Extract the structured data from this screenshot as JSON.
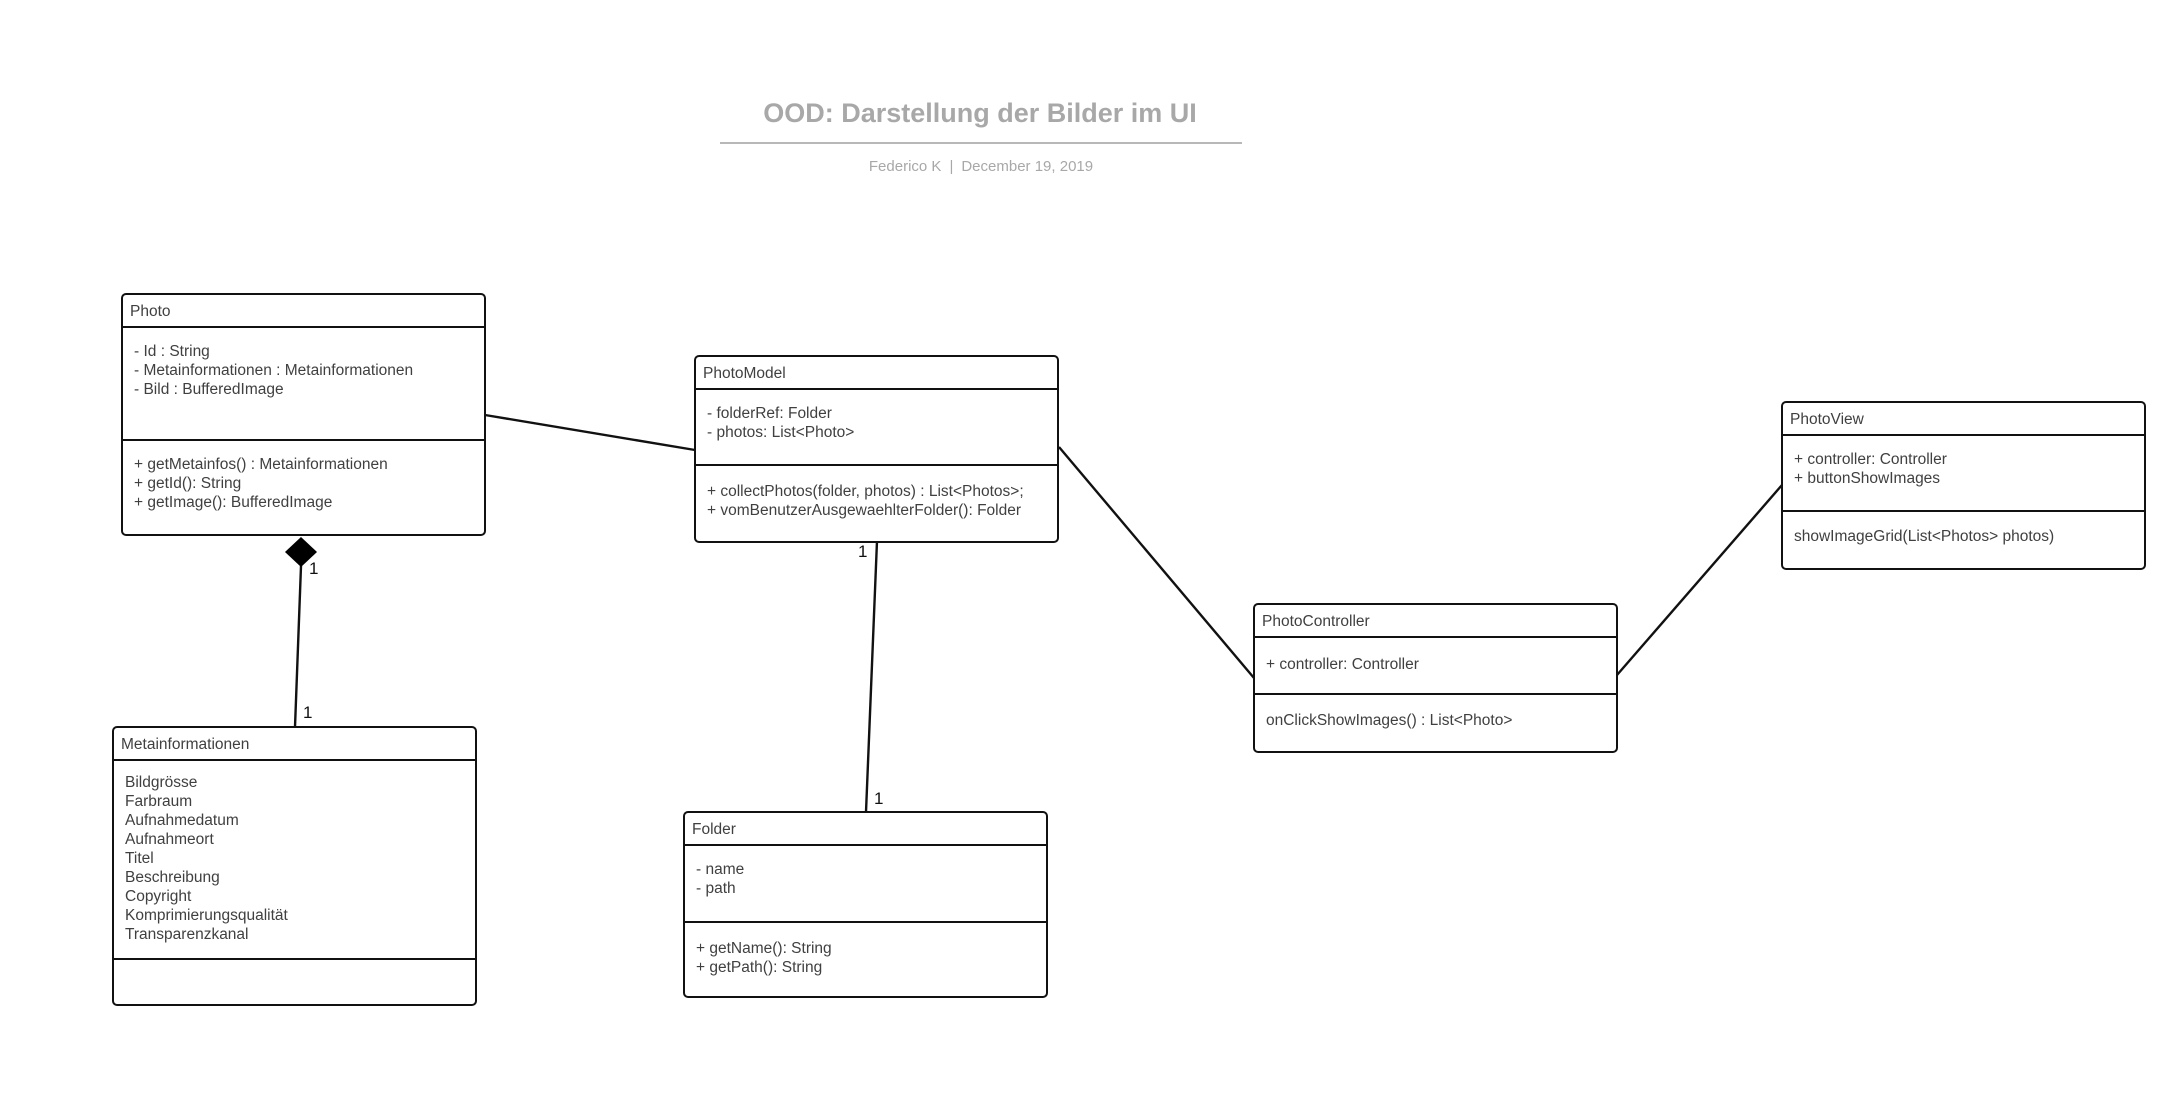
{
  "header": {
    "title": "OOD: Darstellung der Bilder im UI",
    "author": "Federico K",
    "separator": "|",
    "date": "December 19, 2019"
  },
  "classes": {
    "photo": {
      "name": "Photo",
      "attributes": [
        "- Id : String",
        "- Metainformationen : Metainformationen",
        "- Bild : BufferedImage"
      ],
      "methods": [
        "+ getMetainfos() : Metainformationen",
        "+ getId(): String",
        "+ getImage(): BufferedImage"
      ]
    },
    "photomodel": {
      "name": "PhotoModel",
      "attributes": [
        "- folderRef: Folder",
        "- photos: List<Photo>"
      ],
      "methods": [
        "+ collectPhotos(folder, photos) : List<Photos>;",
        "+ vomBenutzerAusgewaehlterFolder(): Folder"
      ]
    },
    "photoview": {
      "name": "PhotoView",
      "attributes": [
        "+ controller: Controller",
        "+ buttonShowImages"
      ],
      "methods": [
        "showImageGrid(List<Photos> photos)"
      ]
    },
    "photocontroller": {
      "name": "PhotoController",
      "attributes": [
        "+ controller: Controller"
      ],
      "methods": [
        "onClickShowImages() : List<Photo>"
      ]
    },
    "metainformationen": {
      "name": "Metainformationen",
      "attributes": [
        "Bildgrösse",
        "Farbraum",
        "Aufnahmedatum",
        "Aufnahmeort",
        "Titel",
        "Beschreibung",
        "Copyright",
        "Komprimierungsqualität",
        "Transparenzkanal"
      ],
      "methods": []
    },
    "folder": {
      "name": "Folder",
      "attributes": [
        "- name",
        "- path"
      ],
      "methods": [
        "+ getName(): String",
        "+ getPath(): String"
      ]
    }
  },
  "multiplicities": {
    "photo_end": "1",
    "meta_end": "1",
    "model_end": "1",
    "folder_end": "1"
  },
  "colors": {
    "title": "#a8a8a8",
    "stroke": "#111111",
    "text": "#404040"
  }
}
